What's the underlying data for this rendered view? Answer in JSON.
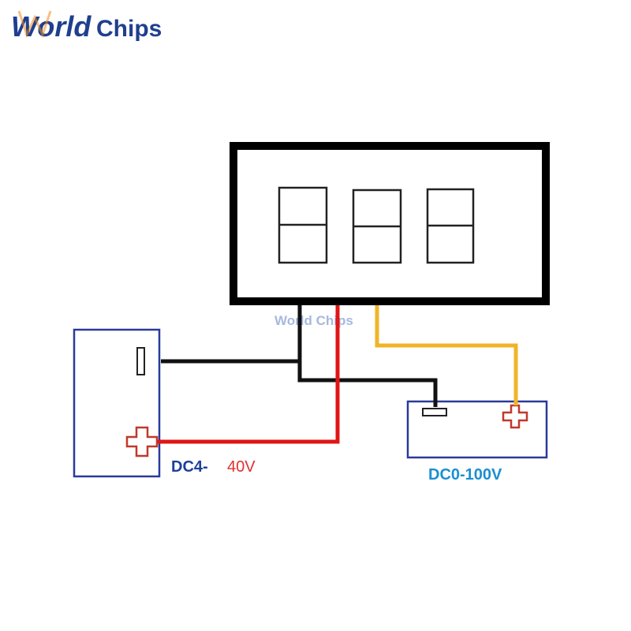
{
  "logo": {
    "text_part1": "World",
    "text_part2": "Chips",
    "watermark": "World Chips"
  },
  "labels": {
    "supply_prefix": "DC4-",
    "supply_value": "40V",
    "measured": "DC0-100V"
  },
  "colors": {
    "logo_blue": "#1f3f8f",
    "logo_orange": "#f08c1a",
    "module_border": "#000000",
    "wire_black": "#111111",
    "wire_red": "#e01515",
    "wire_yellow": "#f0b429",
    "box_border": "#2a3a9a",
    "plus_red": "#c0392b",
    "label_blue": "#1c3f9a",
    "label_red": "#e03030",
    "label_cyan": "#1a8fd0"
  },
  "icons": [
    "minus-terminal-icon",
    "plus-terminal-icon",
    "seven-segment-digit-icon"
  ]
}
